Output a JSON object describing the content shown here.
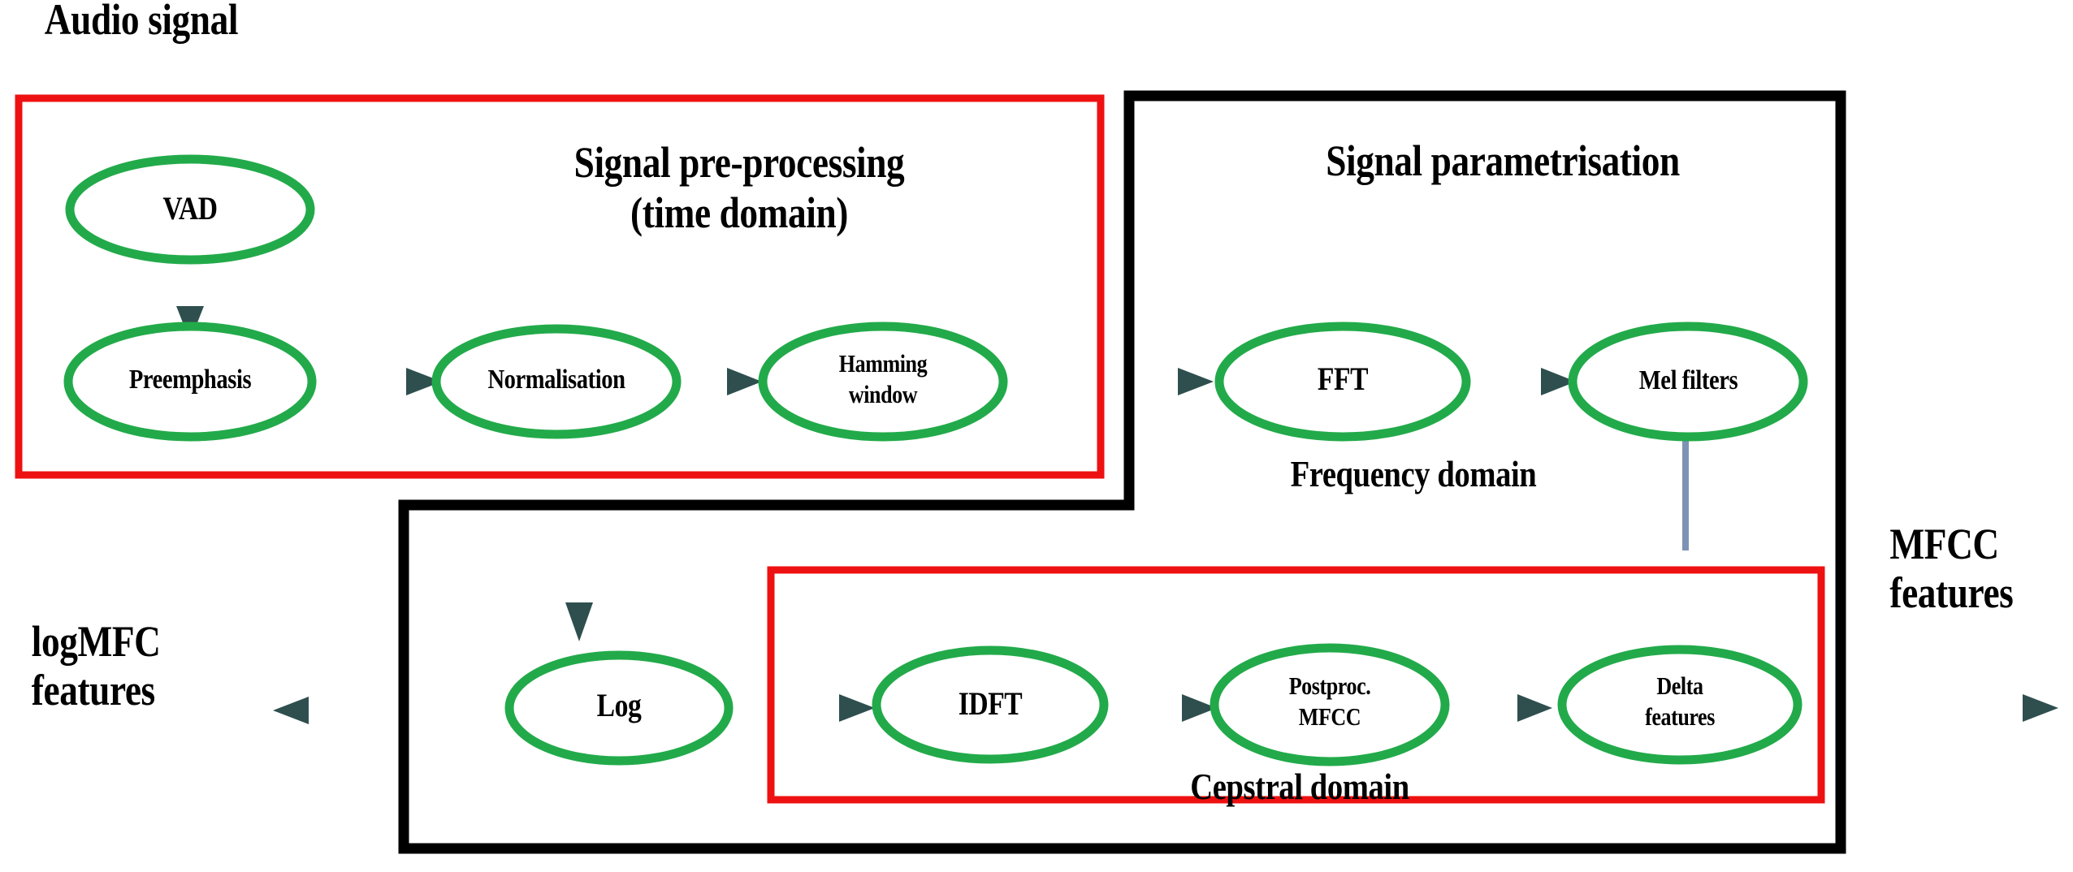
{
  "diagram": {
    "title": "MFCC feature extraction pipeline",
    "colors": {
      "ellipse_stroke": "#22aa4a",
      "red_box": "#ee1111",
      "black_box": "#000000",
      "arrow": "#3f5c5c",
      "mel_connector": "#7d93b5",
      "text": "#000000",
      "background": "#ffffff"
    }
  },
  "io_labels": {
    "input": "Audio signal",
    "output_left": "logMFC\nfeatures",
    "output_right": "MFCC\nfeatures"
  },
  "groups": {
    "preprocessing": {
      "title": "Signal pre-processing\n(time domain)",
      "border_color": "#ee1111"
    },
    "parametrisation": {
      "title": "Signal parametrisation",
      "border_color": "#000000"
    },
    "frequency_domain": {
      "title": "Frequency domain"
    },
    "cepstral_domain": {
      "title": "Cepstral domain",
      "border_color": "#ee1111"
    }
  },
  "nodes": [
    {
      "id": "vad",
      "label": "VAD"
    },
    {
      "id": "preemphasis",
      "label": "Preemphasis"
    },
    {
      "id": "normalisation",
      "label": "Normalisation"
    },
    {
      "id": "hamming",
      "label": "Hamming\nwindow"
    },
    {
      "id": "fft",
      "label": "FFT"
    },
    {
      "id": "mel",
      "label": "Mel filters"
    },
    {
      "id": "log",
      "label": "Log"
    },
    {
      "id": "idft",
      "label": "IDFT"
    },
    {
      "id": "postproc",
      "label": "Postproc.\nMFCC"
    },
    {
      "id": "delta",
      "label": "Delta\nfeatures"
    }
  ],
  "edges": [
    {
      "from": "audio-signal",
      "to": "vad"
    },
    {
      "from": "vad",
      "to": "preemphasis"
    },
    {
      "from": "preemphasis",
      "to": "normalisation"
    },
    {
      "from": "normalisation",
      "to": "hamming"
    },
    {
      "from": "hamming",
      "to": "fft"
    },
    {
      "from": "fft",
      "to": "mel"
    },
    {
      "from": "mel",
      "to": "log"
    },
    {
      "from": "log",
      "to": "logmfc-features"
    },
    {
      "from": "log",
      "to": "idft"
    },
    {
      "from": "idft",
      "to": "postproc"
    },
    {
      "from": "postproc",
      "to": "delta"
    },
    {
      "from": "delta",
      "to": "mfcc-features"
    }
  ]
}
